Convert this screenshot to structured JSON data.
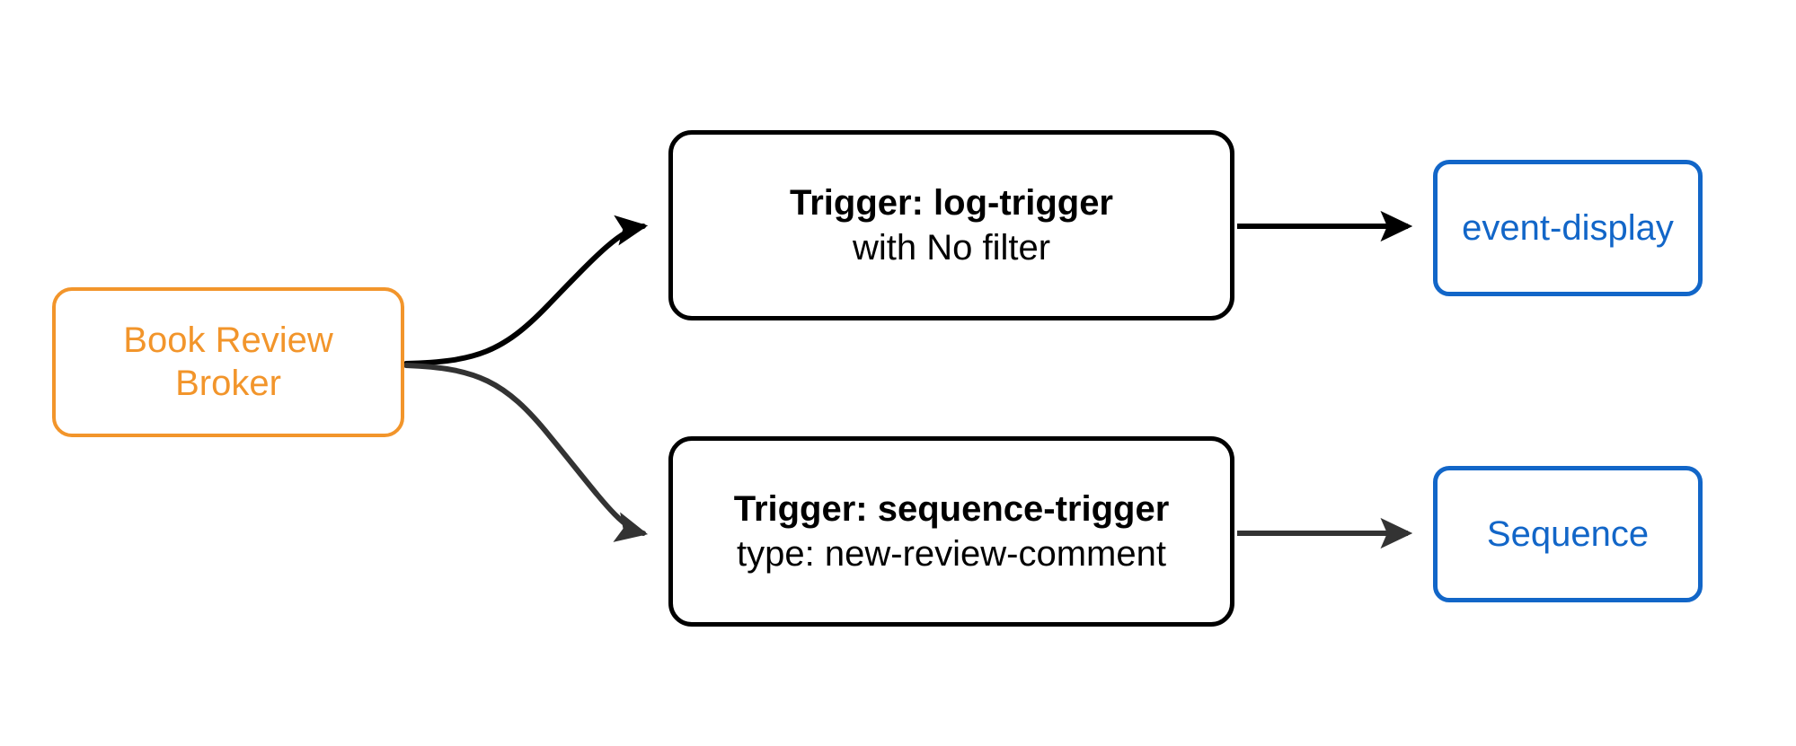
{
  "diagram": {
    "type": "flow",
    "background": "#ffffff",
    "colors": {
      "broker_accent": "#f2952b",
      "trigger_stroke": "#000000",
      "destination_accent": "#1266c8",
      "edge_primary": "#000000",
      "edge_secondary": "#333333"
    },
    "nodes": {
      "broker": {
        "label_line1": "Book Review",
        "label_line2": "Broker",
        "shape": "rounded-rectangle",
        "color": "#f2952b"
      },
      "trigger_log": {
        "title": "Trigger: log-trigger",
        "subtitle": "with No filter",
        "shape": "rounded-rectangle",
        "color": "#000000"
      },
      "trigger_sequence": {
        "title": "Trigger: sequence-trigger",
        "subtitle": "type: new-review-comment",
        "shape": "rounded-rectangle",
        "color": "#000000"
      },
      "destination_event_display": {
        "label": "event-display",
        "shape": "rounded-rectangle",
        "color": "#1266c8"
      },
      "destination_sequence": {
        "label": "Sequence",
        "shape": "rounded-rectangle",
        "color": "#1266c8"
      }
    },
    "edges": [
      {
        "from": "broker",
        "to": "trigger_log",
        "style": "curved",
        "arrow": "filled-triangle",
        "color": "#000000"
      },
      {
        "from": "broker",
        "to": "trigger_sequence",
        "style": "curved",
        "arrow": "filled-triangle",
        "color": "#333333"
      },
      {
        "from": "trigger_log",
        "to": "destination_event_display",
        "style": "straight",
        "arrow": "filled-triangle",
        "color": "#000000"
      },
      {
        "from": "trigger_sequence",
        "to": "destination_sequence",
        "style": "straight",
        "arrow": "filled-triangle",
        "color": "#333333"
      }
    ]
  }
}
